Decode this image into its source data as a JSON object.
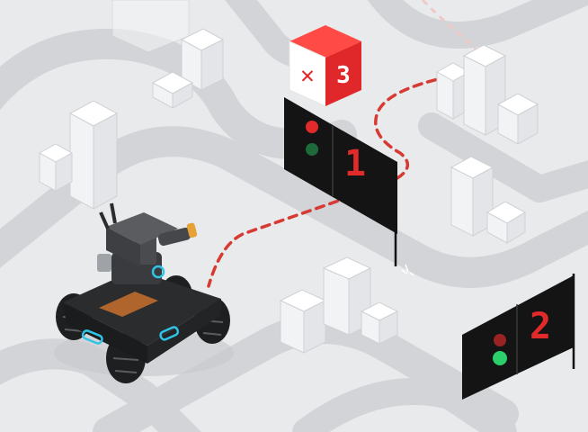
{
  "scene": {
    "background_color": "#e9eaec",
    "road_color": "#d3d5d8",
    "route_color": "#d63a32",
    "building_color": "#ffffff",
    "robot_accent": "#2ec4e6",
    "robot_body": "#2b2c2e"
  },
  "box_marker": {
    "cross_glyph": "✕",
    "digit": "3",
    "face_color": "#e0282a"
  },
  "flags": [
    {
      "id": "flag-1",
      "digit": "1",
      "lights": [
        {
          "color": "#e12a2a",
          "state": "on"
        },
        {
          "color": "#1f6a3a",
          "state": "off"
        }
      ]
    },
    {
      "id": "flag-2",
      "digit": "2",
      "lights": [
        {
          "color": "#9b2222",
          "state": "off"
        },
        {
          "color": "#2bd06a",
          "state": "on"
        }
      ]
    }
  ]
}
